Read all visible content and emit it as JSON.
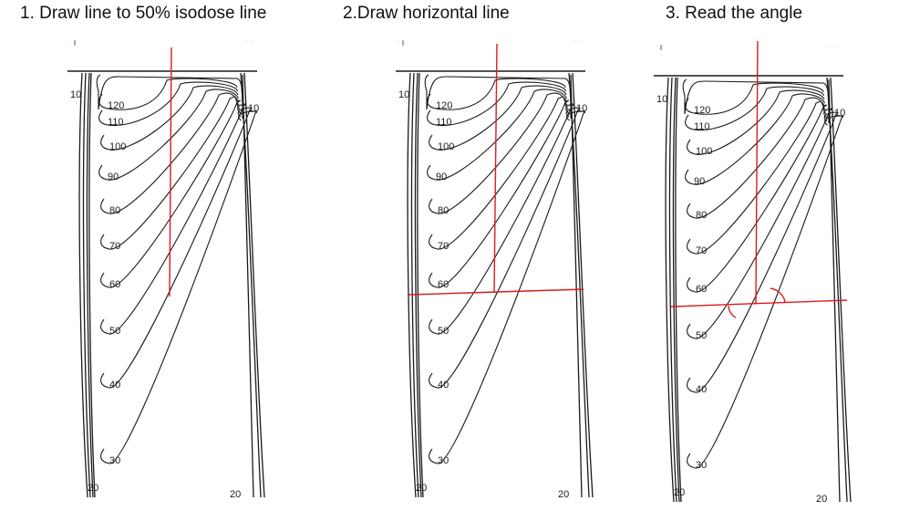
{
  "steps": [
    {
      "title": "1. Draw line to 50% isodose line"
    },
    {
      "title": "2.Draw horizontal line"
    },
    {
      "title": "3. Read the angle"
    }
  ],
  "isodose_labels": [
    "120",
    "110",
    "100",
    "90",
    "80",
    "70",
    "60",
    "50",
    "40",
    "30"
  ],
  "edge_labels": {
    "top_left": "10",
    "top_right": "10",
    "bottom_left": "20",
    "bottom_right": "20"
  },
  "colors": {
    "construction_line": "#e0191f",
    "curve": "#1a1a1a"
  }
}
